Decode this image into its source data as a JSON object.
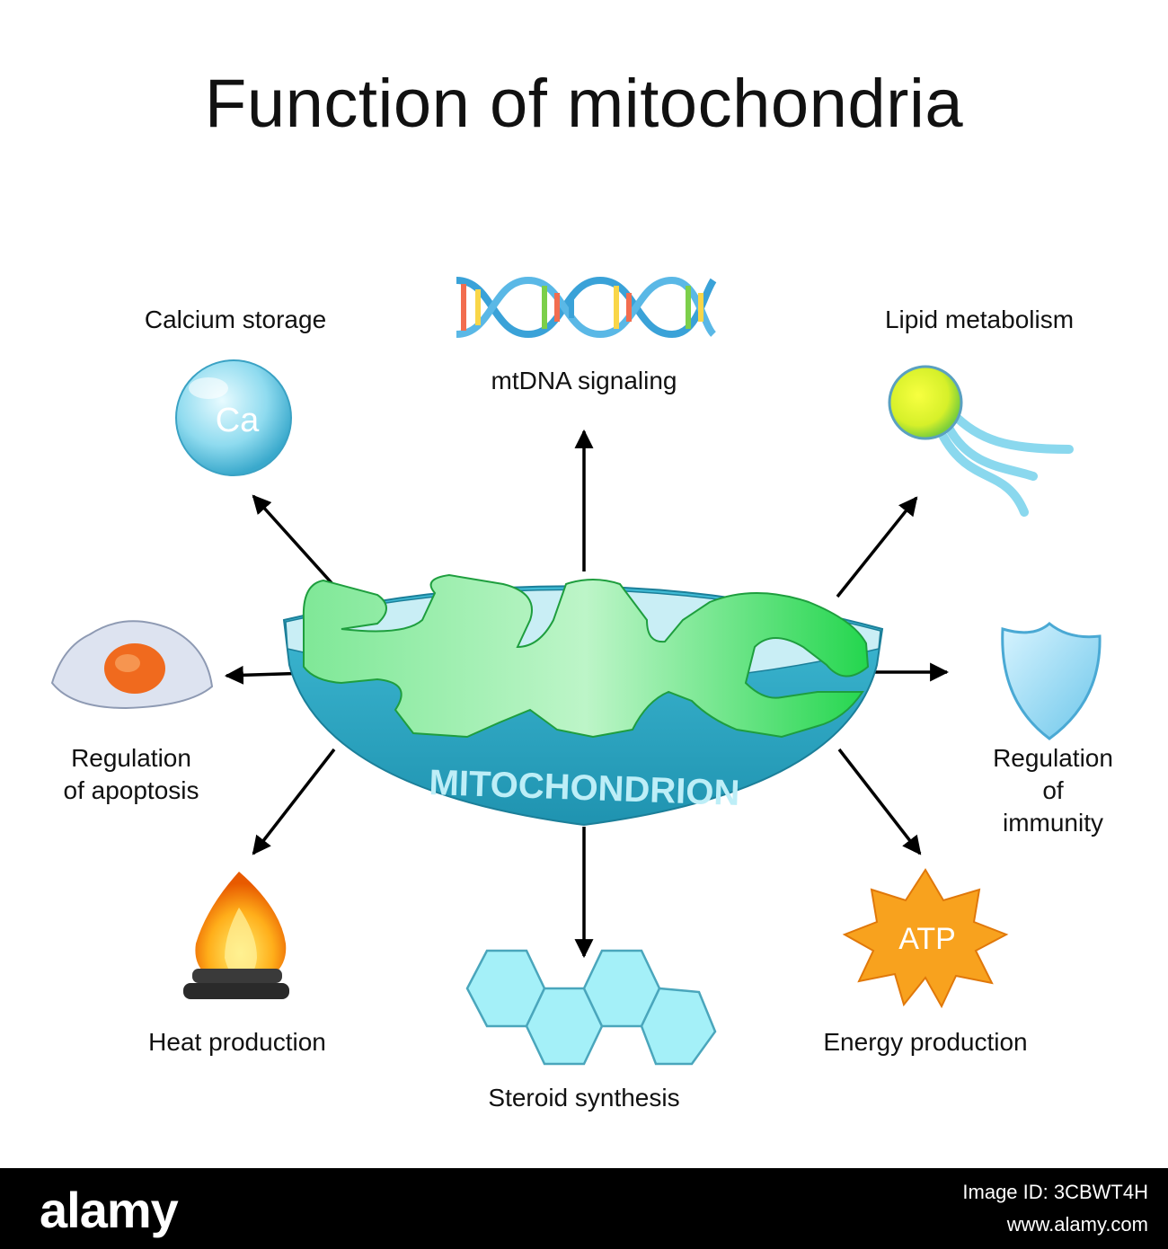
{
  "title": "Function of mitochondria",
  "center_label": "MITOCHONDRION",
  "functions": {
    "calcium": {
      "label": "Calcium storage",
      "symbol": "Ca"
    },
    "mtdna": {
      "label": "mtDNA signaling"
    },
    "lipid": {
      "label": "Lipid metabolism"
    },
    "apoptosis": {
      "line1": "Regulation",
      "line2": "of apoptosis"
    },
    "immunity": {
      "line1": "Regulation",
      "line2": "of immunity"
    },
    "heat": {
      "label": "Heat production"
    },
    "steroid": {
      "label": "Steroid synthesis"
    },
    "energy": {
      "label": "Energy production",
      "symbol": "ATP"
    }
  },
  "footer": {
    "brand": "alamy",
    "image_id": "Image ID: 3CBWT4H",
    "site": "www.alamy.com"
  },
  "colors": {
    "membrane_outer": "#2aa8c4",
    "matrix": "#30d35a",
    "crista_light": "#a8f0b8",
    "calcium_bubble": "#7fd8ee",
    "atp_star": "#f7a020",
    "flame": "#ff9a00",
    "hexagon": "#9ef0f8"
  }
}
